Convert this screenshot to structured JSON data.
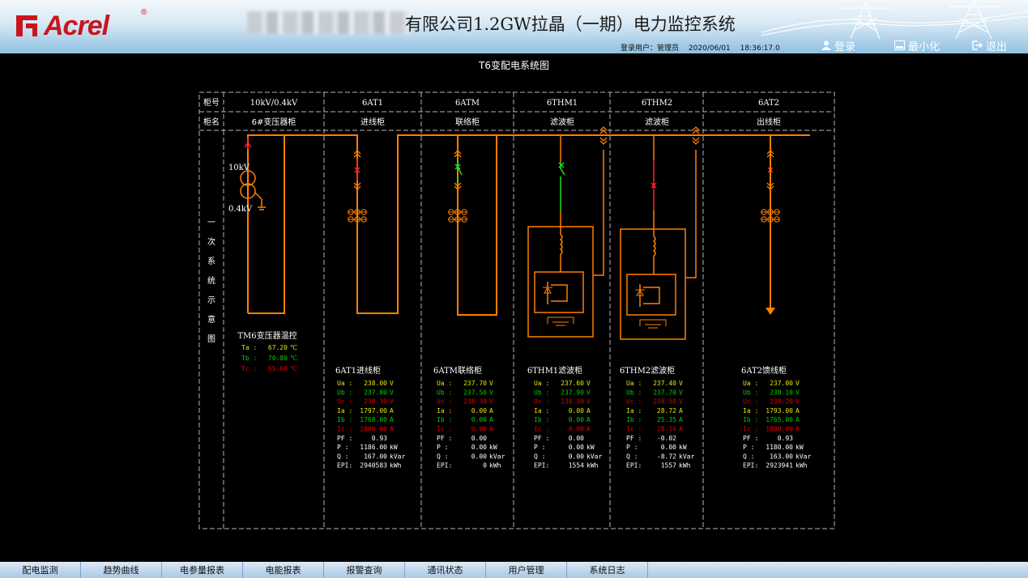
{
  "header": {
    "brand": "Acrel",
    "brand_mark": "®",
    "title": "有限公司1.2GW拉晶（一期）电力监控系统",
    "user_label": "登录用户：",
    "user_name": "管理员",
    "date": "2020/06/01",
    "time": "18:36:17.0",
    "buttons": {
      "login": "登录",
      "minimize": "最小化",
      "exit": "退出"
    }
  },
  "page_title": "T6变配电系统图",
  "table": {
    "row1_label": "柜号",
    "row2_label": "柜名",
    "columns": [
      {
        "no": "10kV/0.4kV",
        "name": "6#变压器柜"
      },
      {
        "no": "6AT1",
        "name": "进线柜"
      },
      {
        "no": "6ATM",
        "name": "联络柜"
      },
      {
        "no": "6THM1",
        "name": "滤波柜"
      },
      {
        "no": "6THM2",
        "name": "滤波柜"
      },
      {
        "no": "6AT2",
        "name": "出线柜"
      }
    ]
  },
  "side_label": [
    "一",
    "次",
    "系",
    "统",
    "示",
    "意",
    "图"
  ],
  "transformer": {
    "hv": "10kV",
    "lv": "0.4kV",
    "temp_title": "TM6变压器温控",
    "temps": [
      {
        "label": "Ta :",
        "value": "67.20",
        "unit": "℃",
        "color": "#e6e600"
      },
      {
        "label": "Tb :",
        "value": "70.80",
        "unit": "℃",
        "color": "#00d000"
      },
      {
        "label": "Tc :",
        "value": "65.60",
        "unit": "℃",
        "color": "#e00000"
      }
    ]
  },
  "panels": [
    {
      "title": "6AT1进线柜",
      "ua": "238.00",
      "ub": "237.80",
      "uc": "238.30",
      "ia": "1797.00",
      "ib": "1768.00",
      "ic": "1806.00",
      "pf": "0.93",
      "p": "1186.00",
      "q": "167.00",
      "epi": "2940583"
    },
    {
      "title": "6ATM联络柜",
      "ua": "237.70",
      "ub": "237.50",
      "uc": "238.30",
      "ia": "0.00",
      "ib": "0.00",
      "ic": "0.00",
      "pf": "0.00",
      "p": "0.00",
      "q": "0.00",
      "epi": "0"
    },
    {
      "title": "6THM1滤波柜",
      "ua": "237.60",
      "ub": "237.90",
      "uc": "238.30",
      "ia": "0.00",
      "ib": "0.00",
      "ic": "0.00",
      "pf": "0.00",
      "p": "0.00",
      "q": "0.00",
      "epi": "1554"
    },
    {
      "title": "6THM2滤波柜",
      "ua": "237.40",
      "ub": "237.70",
      "uc": "238.50",
      "ia": "28.72",
      "ib": "25.35",
      "ic": "28.16",
      "pf": "-0.02",
      "p": "0.00",
      "q": "-8.72",
      "epi": "1557"
    },
    {
      "title": "6AT2馈线柜",
      "ua": "237.00",
      "ub": "238.10",
      "uc": "238.20",
      "ia": "1793.00",
      "ib": "1765.00",
      "ic": "1800.00",
      "pf": "0.93",
      "p": "1180.00",
      "q": "163.00",
      "epi": "2923941"
    }
  ],
  "labels": {
    "ua": "Ua :",
    "ub": "Ub :",
    "uc": "Uc :",
    "ia": "Ia :",
    "ib": "Ib :",
    "ic": "Ic :",
    "pf": "PF :",
    "p": "P  :",
    "q": "Q  :",
    "epi": "EPI:"
  },
  "units": {
    "v": "V",
    "a": "A",
    "kw": "kW",
    "kvar": "kVar",
    "kwh": "kWh"
  },
  "nav": [
    "配电监测",
    "趋势曲线",
    "电参量报表",
    "电能报表",
    "报警查询",
    "通讯状态",
    "用户管理",
    "系统日志"
  ],
  "colors": {
    "bus": "#ff7f00",
    "phase_a": "#e6e600",
    "phase_b": "#00d000",
    "phase_c": "#e00000",
    "switch_closed": "#ff2020",
    "switch_open": "#20e020"
  }
}
